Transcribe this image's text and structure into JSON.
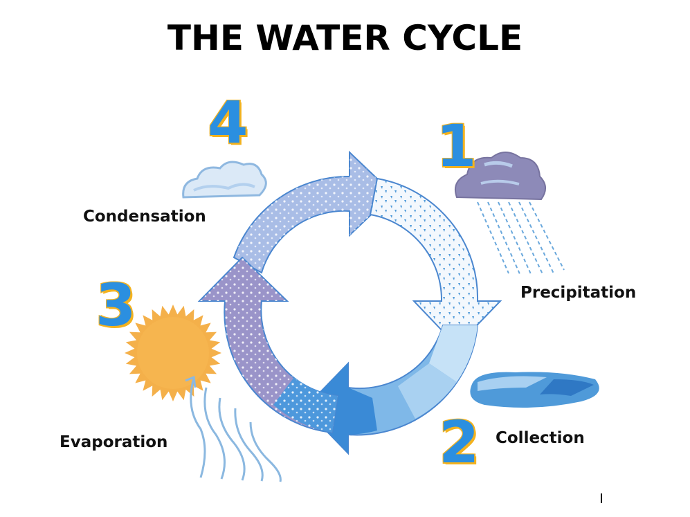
{
  "title": "THE WATER CYCLE",
  "stages": {
    "precipitation": {
      "number": "1",
      "label": "Precipitation"
    },
    "collection": {
      "number": "2",
      "label": "Collection"
    },
    "evaporation": {
      "number": "3",
      "label": "Evaporation"
    },
    "condensation": {
      "number": "4",
      "label": "Condensation"
    }
  },
  "colors": {
    "number_fill": "#2b8fe0",
    "number_outline": "#f3b21e",
    "arrow_lavender": "#a7a6d9",
    "arrow_light_blue": "#b6d8f2",
    "arrow_blue": "#3b8fd6",
    "arrow_purple": "#8c86bd",
    "sun": "#f4b04a",
    "cloud_dark": "#8d8ab8",
    "rain": "#6aa8dc"
  }
}
